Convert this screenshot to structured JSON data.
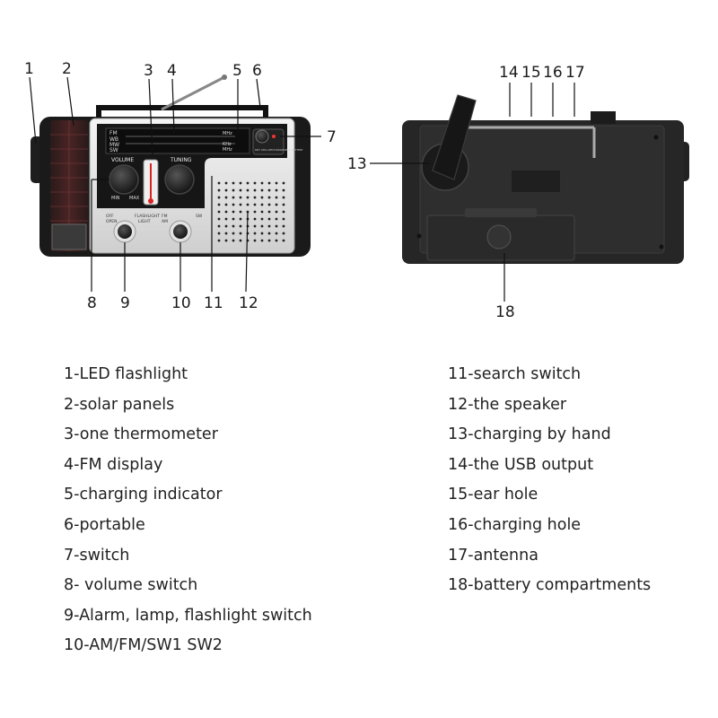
{
  "front_view": {
    "dial_bands": [
      "FM",
      "WB",
      "MW",
      "SW"
    ],
    "dial_units": [
      "MHz",
      "KHz",
      "MHz"
    ],
    "knob_labels": {
      "volume": "VOLUME",
      "tuning": "TUNING",
      "min": "MIN",
      "max": "MAX"
    },
    "battery_label": "DRY CELL RECHARGEABLE BATTERY",
    "switch_labels": {
      "off": "OFF",
      "flashlight": "FLASHLIGHT",
      "open": "OPEN",
      "light": "LIGHT",
      "fm": "FM",
      "am": "AM",
      "sw": "SW"
    }
  },
  "callouts": {
    "front": [
      "1",
      "2",
      "3",
      "4",
      "5",
      "6",
      "7",
      "8",
      "9",
      "10",
      "11",
      "12"
    ],
    "back": [
      "13",
      "14",
      "15",
      "16",
      "17",
      "18"
    ]
  },
  "legend": {
    "left": [
      "1-LED flashlight",
      "2-solar panels",
      "3-one thermometer",
      "4-FM display",
      "5-charging indicator",
      "6-portable",
      "7-switch",
      "8- volume switch",
      "9-Alarm, lamp, flashlight switch",
      "10-AM/FM/SW1 SW2"
    ],
    "right": [
      "11-search switch",
      "12-the speaker",
      "13-charging by hand",
      "14-the USB output",
      "15-ear hole",
      "16-charging hole",
      "17-antenna",
      "18-battery compartments"
    ]
  }
}
